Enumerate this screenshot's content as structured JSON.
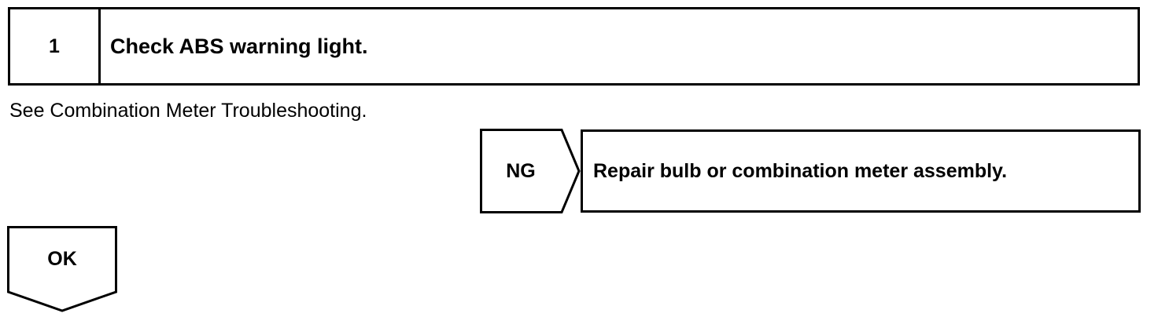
{
  "step": {
    "number": "1",
    "title": "Check ABS warning light."
  },
  "instruction": "See Combination Meter Troubleshooting.",
  "ng_branch": {
    "label": "NG",
    "result": "Repair bulb or combination meter assembly."
  },
  "ok_branch": {
    "label": "OK"
  }
}
